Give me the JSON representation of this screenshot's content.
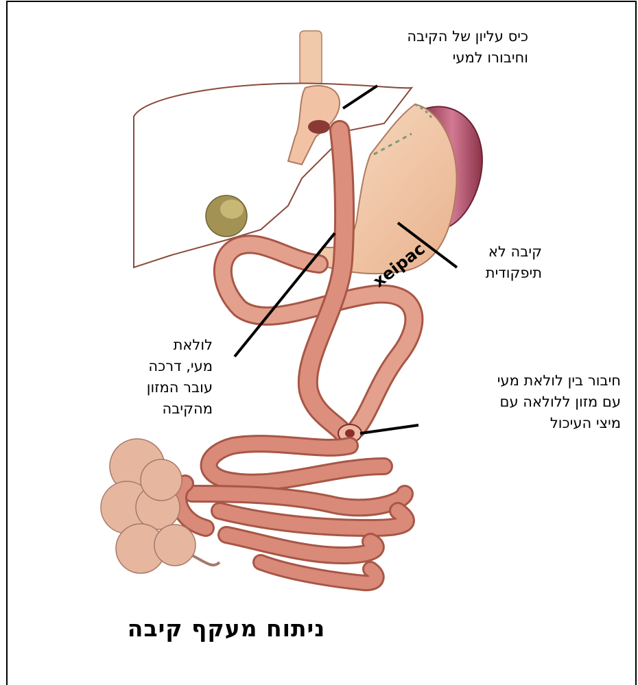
{
  "diagram": {
    "title": "ניתוח מעקף קיבה",
    "stamp": "xeipac",
    "labels": {
      "upper_pouch": [
        "כיס עליון של הקיבה",
        "וחיבורו למעי"
      ],
      "nonfunctional_stomach": [
        "קיבה לא",
        "תיפקודית"
      ],
      "intestinal_loop": [
        "לולאת",
        "מעי, דרכה",
        "עובר המזון",
        "מהקיבה"
      ],
      "junction": [
        "חיבור בין לולאת מעי",
        "עם מזון ללולאה עם",
        "מיצי העיכול"
      ]
    },
    "colors": {
      "intestine": "#d98a78",
      "intestine_dark": "#a85646",
      "stomach": "#f2c9a8",
      "spleen": "#b8506a",
      "liver_outline": "#8a4a3a",
      "pancreas": "#e5b9a0",
      "gallbladder": "#9a8a50"
    }
  }
}
